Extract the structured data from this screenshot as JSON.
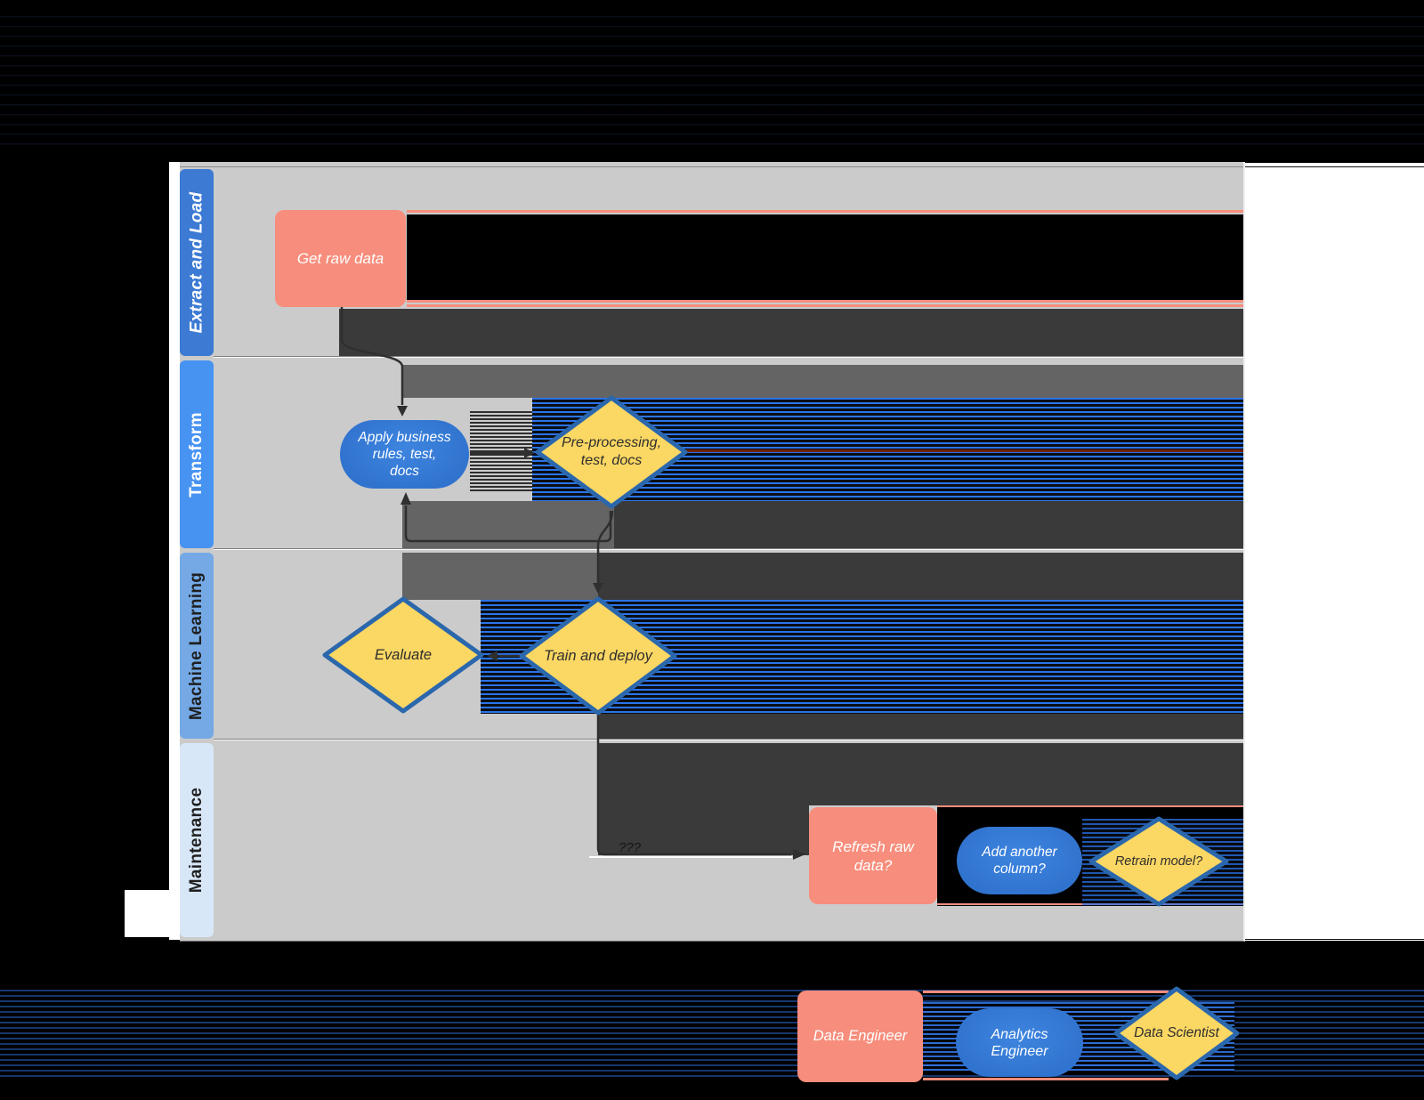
{
  "diagram": {
    "lanes": [
      {
        "label": "Extract and Load",
        "header_color": "#3C7AD4",
        "text_color": "#FFFFFF"
      },
      {
        "label": "Transform",
        "header_color": "#4793F2",
        "text_color": "#FFFFFF"
      },
      {
        "label": "Machine Learning",
        "header_color": "#74A9E6",
        "text_color": "#1F1F1F"
      },
      {
        "label": "Maintenance",
        "header_color": "#D8E7F8",
        "text_color": "#1F1F1F"
      }
    ],
    "nodes": [
      {
        "id": "get-raw-data",
        "label": "Get raw data",
        "shape": "rectangle",
        "lane": "Extract and Load"
      },
      {
        "id": "apply-business-rules",
        "label": "Apply business\nrules, test,\ndocs",
        "shape": "ellipse",
        "lane": "Transform"
      },
      {
        "id": "pre-processing",
        "label": "Pre-processing,\ntest, docs",
        "shape": "diamond",
        "lane": "Transform"
      },
      {
        "id": "evaluate",
        "label": "Evaluate",
        "shape": "diamond",
        "lane": "Machine Learning"
      },
      {
        "id": "train-and-deploy",
        "label": "Train and deploy",
        "shape": "diamond",
        "lane": "Machine Learning"
      },
      {
        "id": "refresh-raw-data",
        "label": "Refresh raw\ndata?",
        "shape": "rectangle",
        "lane": "Maintenance"
      },
      {
        "id": "add-another-column",
        "label": "Add another\ncolumn?",
        "shape": "ellipse",
        "lane": "Maintenance"
      },
      {
        "id": "retrain-model",
        "label": "Retrain model?",
        "shape": "diamond",
        "lane": "Maintenance"
      }
    ],
    "edge_labels": {
      "train_to_refresh": "???"
    },
    "legend": [
      {
        "label": "Data Engineer",
        "shape": "rectangle",
        "color": "#F78D7C"
      },
      {
        "label": "Analytics\nEngineer",
        "shape": "ellipse",
        "color": "#3377D2"
      },
      {
        "label": "Data Scientist",
        "shape": "diamond",
        "color": "#FBD763"
      }
    ],
    "colors": {
      "rectangle_fill": "#F78D7C",
      "ellipse_fill": "#3377D2",
      "diamond_fill": "#FBD763",
      "diamond_border": "#2B67AC",
      "lane_body": "#CBCBCB",
      "shadow_dark": "#3A3A3A",
      "shadow_medium": "#646464",
      "stripe_blue": "#2B74EA",
      "arrow": "#2F2F2F",
      "canvas_margin": "#FFFFFF",
      "background": "#000000"
    }
  }
}
